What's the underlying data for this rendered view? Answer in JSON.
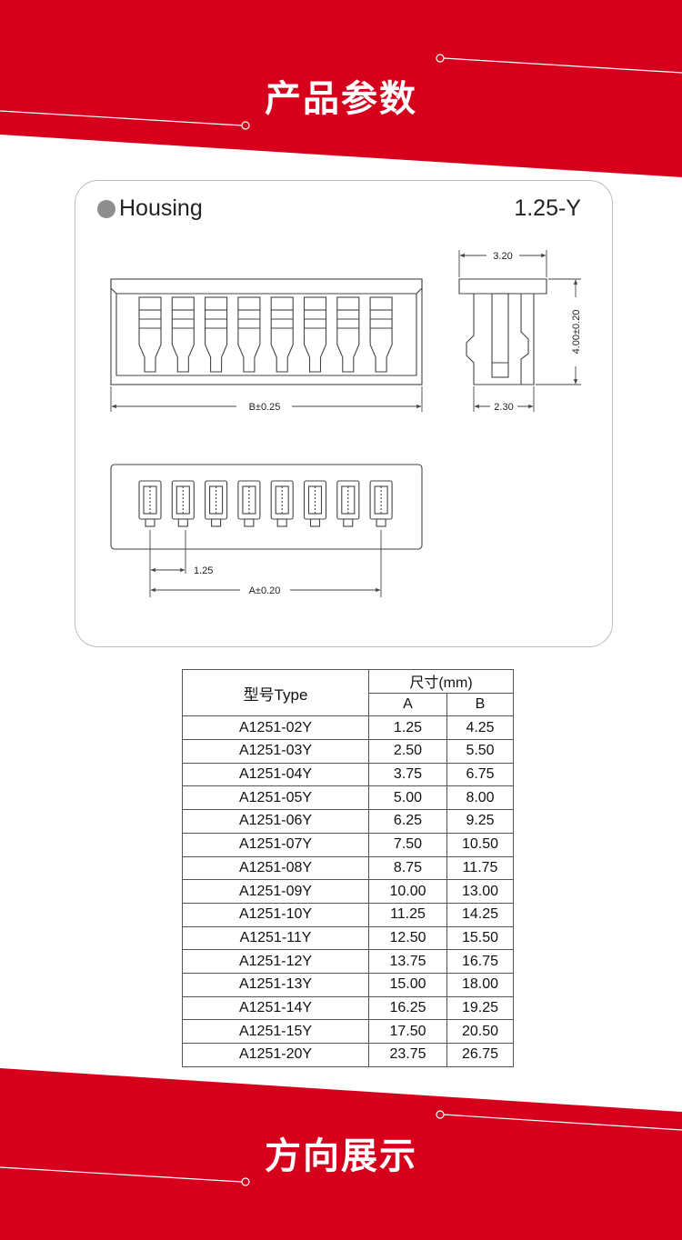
{
  "banner_top": {
    "title": "产品参数"
  },
  "banner_bottom": {
    "title": "方向展示"
  },
  "drawing": {
    "housing_label": "Housing",
    "series_label": "1.25-Y",
    "dim_width_top": "3.20",
    "dim_height": "4.00±0.20",
    "dim_width_bottom": "2.30",
    "dim_b": "B±0.25",
    "dim_pitch": "1.25",
    "dim_a": "A±0.20",
    "pin_count": 8
  },
  "table": {
    "header_type": "型号Type",
    "header_size": "尺寸(mm)",
    "col_a": "A",
    "col_b": "B",
    "rows": [
      {
        "type": "A1251-02Y",
        "a": "1.25",
        "b": "4.25"
      },
      {
        "type": "A1251-03Y",
        "a": "2.50",
        "b": "5.50"
      },
      {
        "type": "A1251-04Y",
        "a": "3.75",
        "b": "6.75"
      },
      {
        "type": "A1251-05Y",
        "a": "5.00",
        "b": "8.00"
      },
      {
        "type": "A1251-06Y",
        "a": "6.25",
        "b": "9.25"
      },
      {
        "type": "A1251-07Y",
        "a": "7.50",
        "b": "10.50"
      },
      {
        "type": "A1251-08Y",
        "a": "8.75",
        "b": "11.75"
      },
      {
        "type": "A1251-09Y",
        "a": "10.00",
        "b": "13.00"
      },
      {
        "type": "A1251-10Y",
        "a": "11.25",
        "b": "14.25"
      },
      {
        "type": "A1251-11Y",
        "a": "12.50",
        "b": "15.50"
      },
      {
        "type": "A1251-12Y",
        "a": "13.75",
        "b": "16.75"
      },
      {
        "type": "A1251-13Y",
        "a": "15.00",
        "b": "18.00"
      },
      {
        "type": "A1251-14Y",
        "a": "16.25",
        "b": "19.25"
      },
      {
        "type": "A1251-15Y",
        "a": "17.50",
        "b": "20.50"
      },
      {
        "type": "A1251-20Y",
        "a": "23.75",
        "b": "26.75"
      }
    ]
  },
  "colors": {
    "brand_red": "#d6001c",
    "line_gray": "#555555"
  }
}
